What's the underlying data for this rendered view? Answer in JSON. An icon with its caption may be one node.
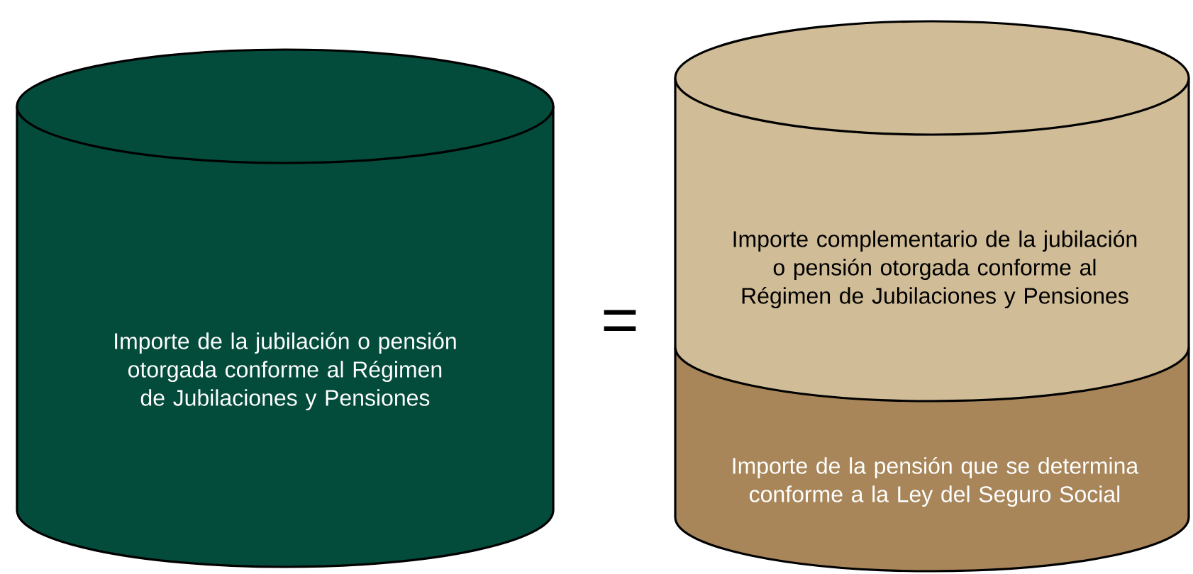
{
  "diagram": {
    "nodes": [
      {
        "text": [
          "Importe de la jubilación o pensión otorgada conforme al Régimen de Jubilaciones y Pensiones"
        ]
      },
      {
        "text": [
          "Importe complementario de la jubilación o pensión otorgada conforme al Régimen de Jubilaciones y Pensiones"
        ]
      },
      {
        "text": [
          "Importe de la pensión que se determina conforme a la Ley del Seguro Social"
        ]
      }
    ],
    "labels": [
      "="
    ]
  }
}
